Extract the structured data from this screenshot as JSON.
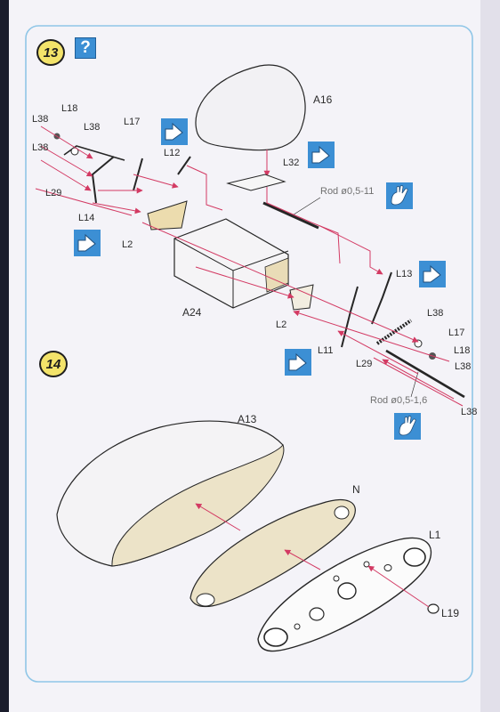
{
  "steps": [
    {
      "number": "13",
      "help": "?"
    },
    {
      "number": "14"
    }
  ],
  "step13": {
    "labels": {
      "a16": "A16",
      "a24": "A24",
      "l38_a": "L38",
      "l18_a": "L18",
      "l38_b": "L38",
      "l17_a": "L17",
      "l38_c": "L38",
      "l12": "L12",
      "l32": "L32",
      "l29_a": "L29",
      "l14": "L14",
      "l2_a": "L2",
      "rod_a": "Rod ø0,5-11",
      "l13": "L13",
      "l2_b": "L2",
      "l38_d": "L38",
      "l17_b": "L17",
      "l11": "L11",
      "l18_b": "L18",
      "l29_b": "L29",
      "l38_e": "L38",
      "rod_b": "Rod ø0,5-1,6",
      "l38_f": "L38"
    }
  },
  "step14": {
    "labels": {
      "a13": "A13",
      "n": "N",
      "l1": "L1",
      "l19": "L19"
    }
  },
  "colors": {
    "accent_blue": "#3c8fd4",
    "arrow_pink": "#d33a63",
    "badge_yellow": "#f3e36a",
    "page": "#f4f3f8"
  },
  "icons": [
    "flip-part-icon",
    "hand-icon",
    "help-icon"
  ]
}
